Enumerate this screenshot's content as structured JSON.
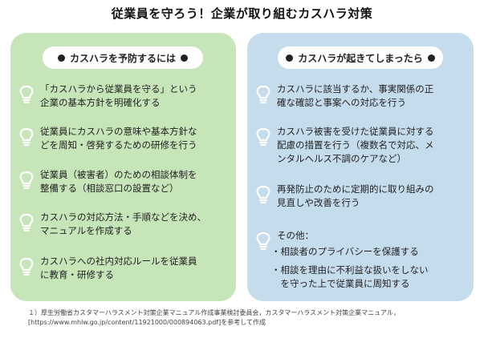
{
  "title": "従業員を守ろう！企業が取り組むカスハラ対策",
  "left_panel": {
    "heading": "カスハラを予防するには",
    "items": [
      "「カスハラから従業員を守る」という\n企業の基本方針を明確化する",
      "従業員にカスハラの意味や基本方針な\nどを周知・啓発するための研修を行う",
      "従業員（被害者）のための相談体制を\n整備する（相談窓口の設置など）",
      "カスハラの対応方法・手順などを決め、\nマニュアルを作成する",
      "カスハラへの社内対応ルールを従業員\nに教育・研修する"
    ]
  },
  "right_panel": {
    "heading": "カスハラが起きてしまったら",
    "items": [
      "カスハラに該当するか、事実関係の正\n確な確認と事案への対応を行う",
      "カスハラ被害を受けた従業員に対する\n配慮の措置を行う（複数名で対応、メ\nンタルヘルス不調のケアなど）",
      "再発防止のために定期的に取り組みの\n見直しや改善を行う",
      "その他："
    ],
    "sub_items": [
      "・相談者のプライバシーを保護する",
      "・相談を理由に不利益な扱いをしない\n　を守った上で従業員に周知する"
    ]
  },
  "footnote": "１）厚生労働省カスタマーハラスメント対策企業マニュアル作成事業検討委員会，カスタマーハラスメント対策企業マニュアル，\n[https://www.mhlw.go.jp/content/11921000/000894063.pdf]を参考して作成",
  "colors": {
    "left_bg": "#c6e5b8",
    "right_bg": "#c5dced",
    "bulb": "#ffffff"
  },
  "icons": {
    "item_icon": "lightbulb-icon",
    "heading_marker": "dot-icon"
  }
}
